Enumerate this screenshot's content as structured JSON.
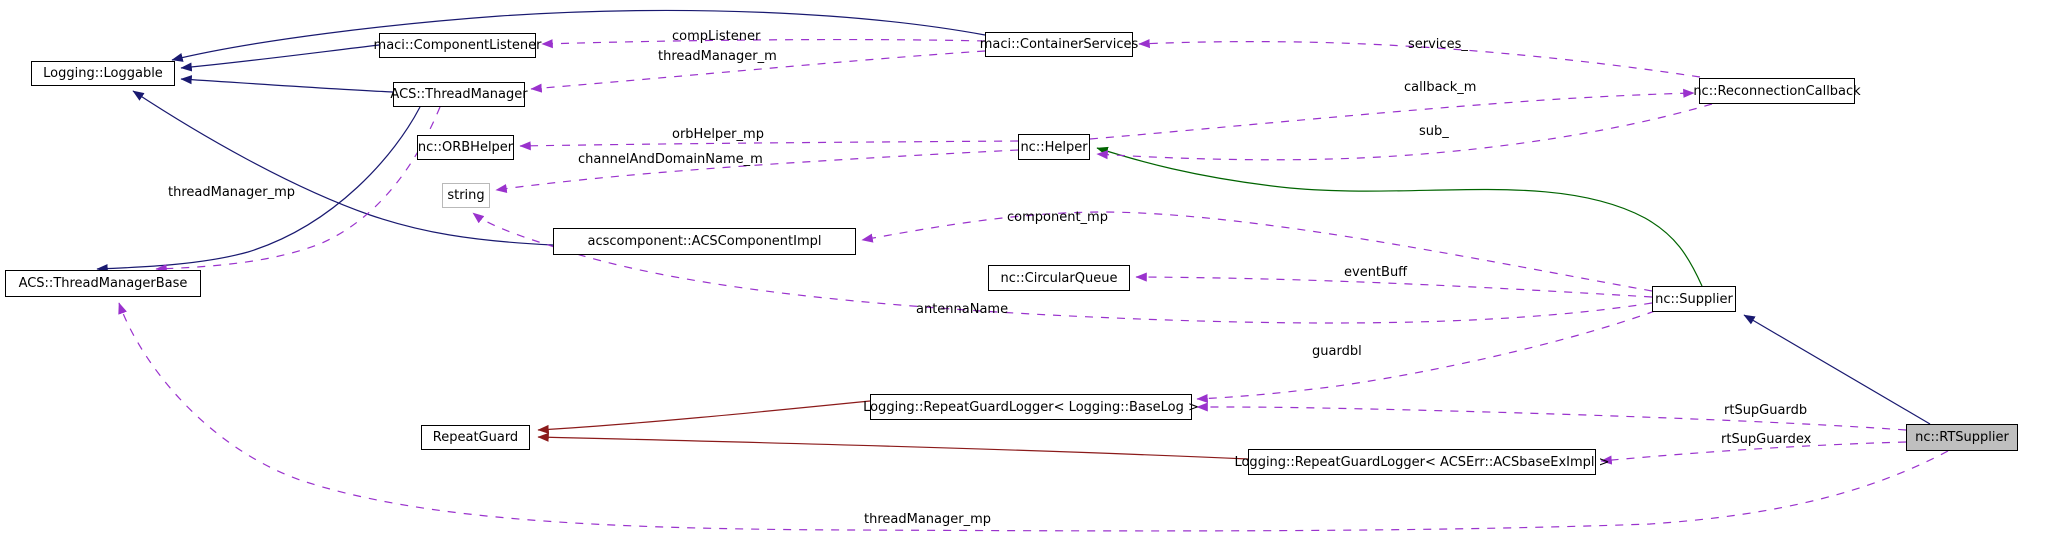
{
  "diagram": {
    "kind": "doxygen-collaboration-graph",
    "highlighted_node": "nc::RTSupplier"
  },
  "colors": {
    "background": "#ffffff",
    "node_border": "#000000",
    "node_fill": "#ffffff",
    "highlight_node_fill": "#bfbfbf",
    "external_node_border": "#b9b9b9",
    "inheritance_edge": "#191970",
    "protected_inheritance_edge": "#006400",
    "private_inheritance_edge": "#8b1a1a",
    "usage_edge": "#9a32cd",
    "label_text": "#000000"
  },
  "nodes": [
    {
      "id": "loggable",
      "label": "Logging::Loggable"
    },
    {
      "id": "component-listener",
      "label": "maci::ComponentListener"
    },
    {
      "id": "thread-manager",
      "label": "ACS::ThreadManager"
    },
    {
      "id": "orb-helper",
      "label": "nc::ORBHelper"
    },
    {
      "id": "string",
      "label": "string"
    },
    {
      "id": "thread-manager-base",
      "label": "ACS::ThreadManagerBase"
    },
    {
      "id": "acs-component-impl",
      "label": "acscomponent::ACSComponentImpl"
    },
    {
      "id": "circular-queue",
      "label": "nc::CircularQueue"
    },
    {
      "id": "container-services",
      "label": "maci::ContainerServices"
    },
    {
      "id": "helper",
      "label": "nc::Helper"
    },
    {
      "id": "reconnection-callback",
      "label": "nc::ReconnectionCallback"
    },
    {
      "id": "supplier",
      "label": "nc::Supplier"
    },
    {
      "id": "repeat-guard",
      "label": "RepeatGuard"
    },
    {
      "id": "rgl-baselog",
      "label": "Logging::RepeatGuardLogger< Logging::BaseLog >"
    },
    {
      "id": "rgl-acserr",
      "label": "Logging::RepeatGuardLogger< ACSErr::ACSbaseExImpl >"
    },
    {
      "id": "rt-supplier",
      "label": "nc::RTSupplier"
    }
  ],
  "edge_labels": [
    {
      "id": "compListener",
      "text": "compListener"
    },
    {
      "id": "threadManager_m",
      "text": "threadManager_m"
    },
    {
      "id": "services_",
      "text": "services_"
    },
    {
      "id": "callback_m",
      "text": "callback_m"
    },
    {
      "id": "sub_",
      "text": "sub_"
    },
    {
      "id": "orbHelper_mp",
      "text": "orbHelper_mp"
    },
    {
      "id": "channelAndDomainName_m",
      "text": "channelAndDomainName_m"
    },
    {
      "id": "threadManager_mp_upper",
      "text": "threadManager_mp"
    },
    {
      "id": "component_mp",
      "text": "component_mp"
    },
    {
      "id": "eventBuff",
      "text": "eventBuff"
    },
    {
      "id": "antennaName",
      "text": "antennaName"
    },
    {
      "id": "guardbl",
      "text": "guardbl"
    },
    {
      "id": "rtSupGuardb",
      "text": "rtSupGuardb"
    },
    {
      "id": "rtSupGuardex",
      "text": "rtSupGuardex"
    },
    {
      "id": "threadManager_mp_bottom",
      "text": "threadManager_mp"
    }
  ],
  "edges": [
    {
      "from": "maci::ComponentListener",
      "to": "Logging::Loggable",
      "kind": "inheritance"
    },
    {
      "from": "ACS::ThreadManager",
      "to": "Logging::Loggable",
      "kind": "inheritance"
    },
    {
      "from": "maci::ContainerServices",
      "to": "Logging::Loggable",
      "kind": "inheritance"
    },
    {
      "from": "acscomponent::ACSComponentImpl",
      "to": "Logging::Loggable",
      "kind": "inheritance"
    },
    {
      "from": "ACS::ThreadManager",
      "to": "ACS::ThreadManagerBase",
      "kind": "inheritance"
    },
    {
      "from": "nc::RTSupplier",
      "to": "nc::Supplier",
      "kind": "inheritance"
    },
    {
      "from": "nc::Supplier",
      "to": "nc::Helper",
      "kind": "protected-inheritance"
    },
    {
      "from": "Logging::RepeatGuardLogger< Logging::BaseLog >",
      "to": "RepeatGuard",
      "kind": "private-inheritance"
    },
    {
      "from": "Logging::RepeatGuardLogger< ACSErr::ACSbaseExImpl >",
      "to": "RepeatGuard",
      "kind": "private-inheritance"
    },
    {
      "from": "maci::ContainerServices",
      "to": "maci::ComponentListener",
      "kind": "usage",
      "label": "compListener"
    },
    {
      "from": "maci::ContainerServices",
      "to": "ACS::ThreadManager",
      "kind": "usage",
      "label": "threadManager_m"
    },
    {
      "from": "nc::ReconnectionCallback",
      "to": "maci::ContainerServices",
      "kind": "usage",
      "label": "services_"
    },
    {
      "from": "nc::Helper",
      "to": "nc::ReconnectionCallback",
      "kind": "usage",
      "label": "callback_m"
    },
    {
      "from": "nc::ReconnectionCallback",
      "to": "nc::Helper",
      "kind": "usage",
      "label": "sub_"
    },
    {
      "from": "nc::Helper",
      "to": "nc::ORBHelper",
      "kind": "usage",
      "label": "orbHelper_mp"
    },
    {
      "from": "nc::Helper",
      "to": "string",
      "kind": "usage",
      "label": "channelAndDomainName_m"
    },
    {
      "from": "ACS::ThreadManager",
      "to": "ACS::ThreadManagerBase",
      "kind": "usage",
      "label": "threadManager_mp"
    },
    {
      "from": "nc::Supplier",
      "to": "acscomponent::ACSComponentImpl",
      "kind": "usage",
      "label": "component_mp"
    },
    {
      "from": "nc::Supplier",
      "to": "nc::CircularQueue",
      "kind": "usage",
      "label": "eventBuff"
    },
    {
      "from": "nc::Supplier",
      "to": "string",
      "kind": "usage",
      "label": "antennaName"
    },
    {
      "from": "nc::Supplier",
      "to": "Logging::RepeatGuardLogger< Logging::BaseLog >",
      "kind": "usage",
      "label": "guardbl"
    },
    {
      "from": "nc::RTSupplier",
      "to": "Logging::RepeatGuardLogger< Logging::BaseLog >",
      "kind": "usage",
      "label": "rtSupGuardb"
    },
    {
      "from": "nc::RTSupplier",
      "to": "Logging::RepeatGuardLogger< ACSErr::ACSbaseExImpl >",
      "kind": "usage",
      "label": "rtSupGuardex"
    },
    {
      "from": "nc::RTSupplier",
      "to": "ACS::ThreadManagerBase",
      "kind": "usage",
      "label": "threadManager_mp"
    }
  ]
}
